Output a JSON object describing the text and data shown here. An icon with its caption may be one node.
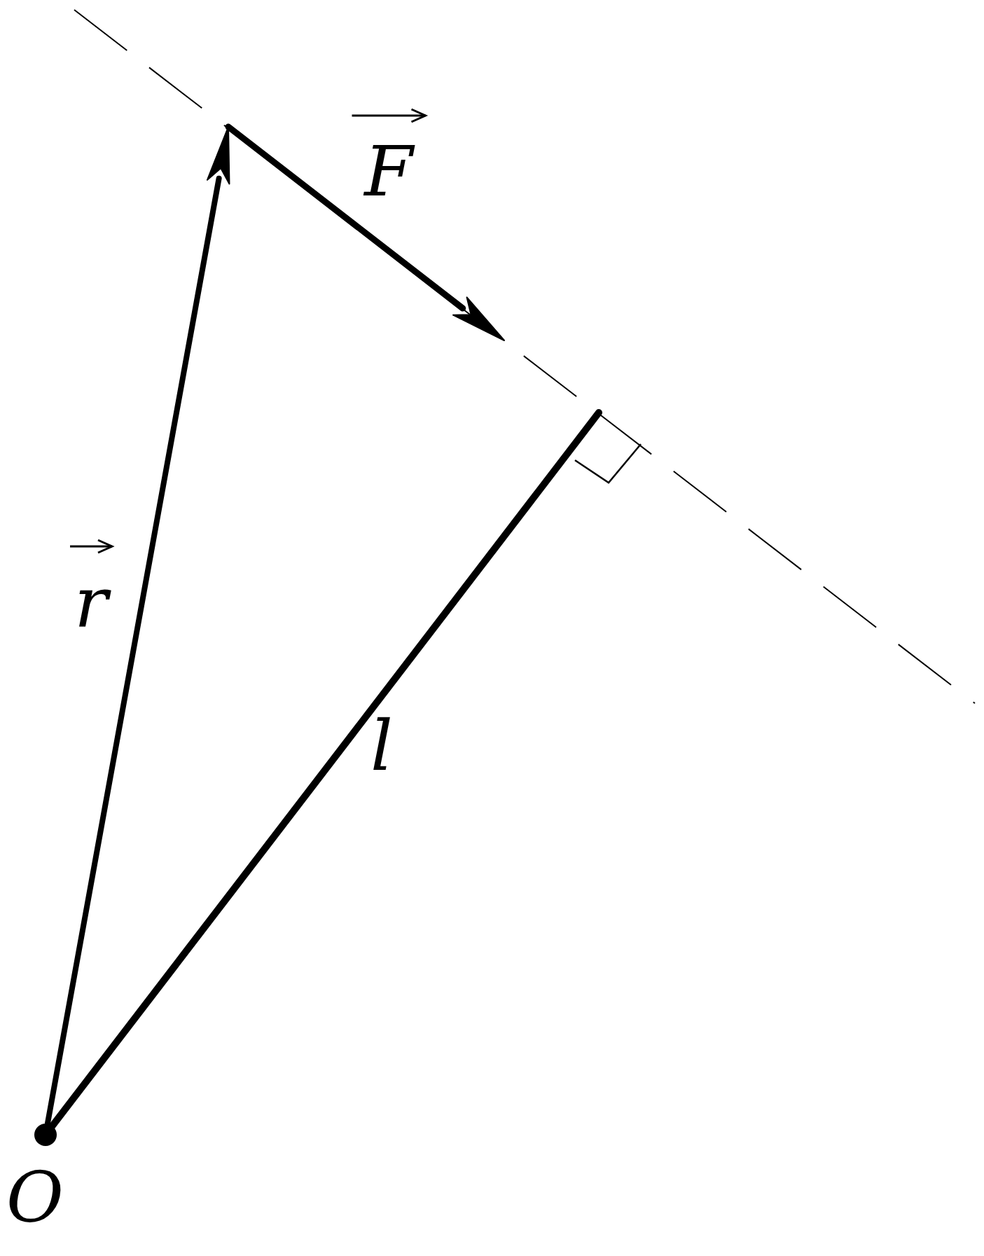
{
  "diagram": {
    "labels": [
      "F",
      "r",
      "l",
      "O"
    ]
  }
}
